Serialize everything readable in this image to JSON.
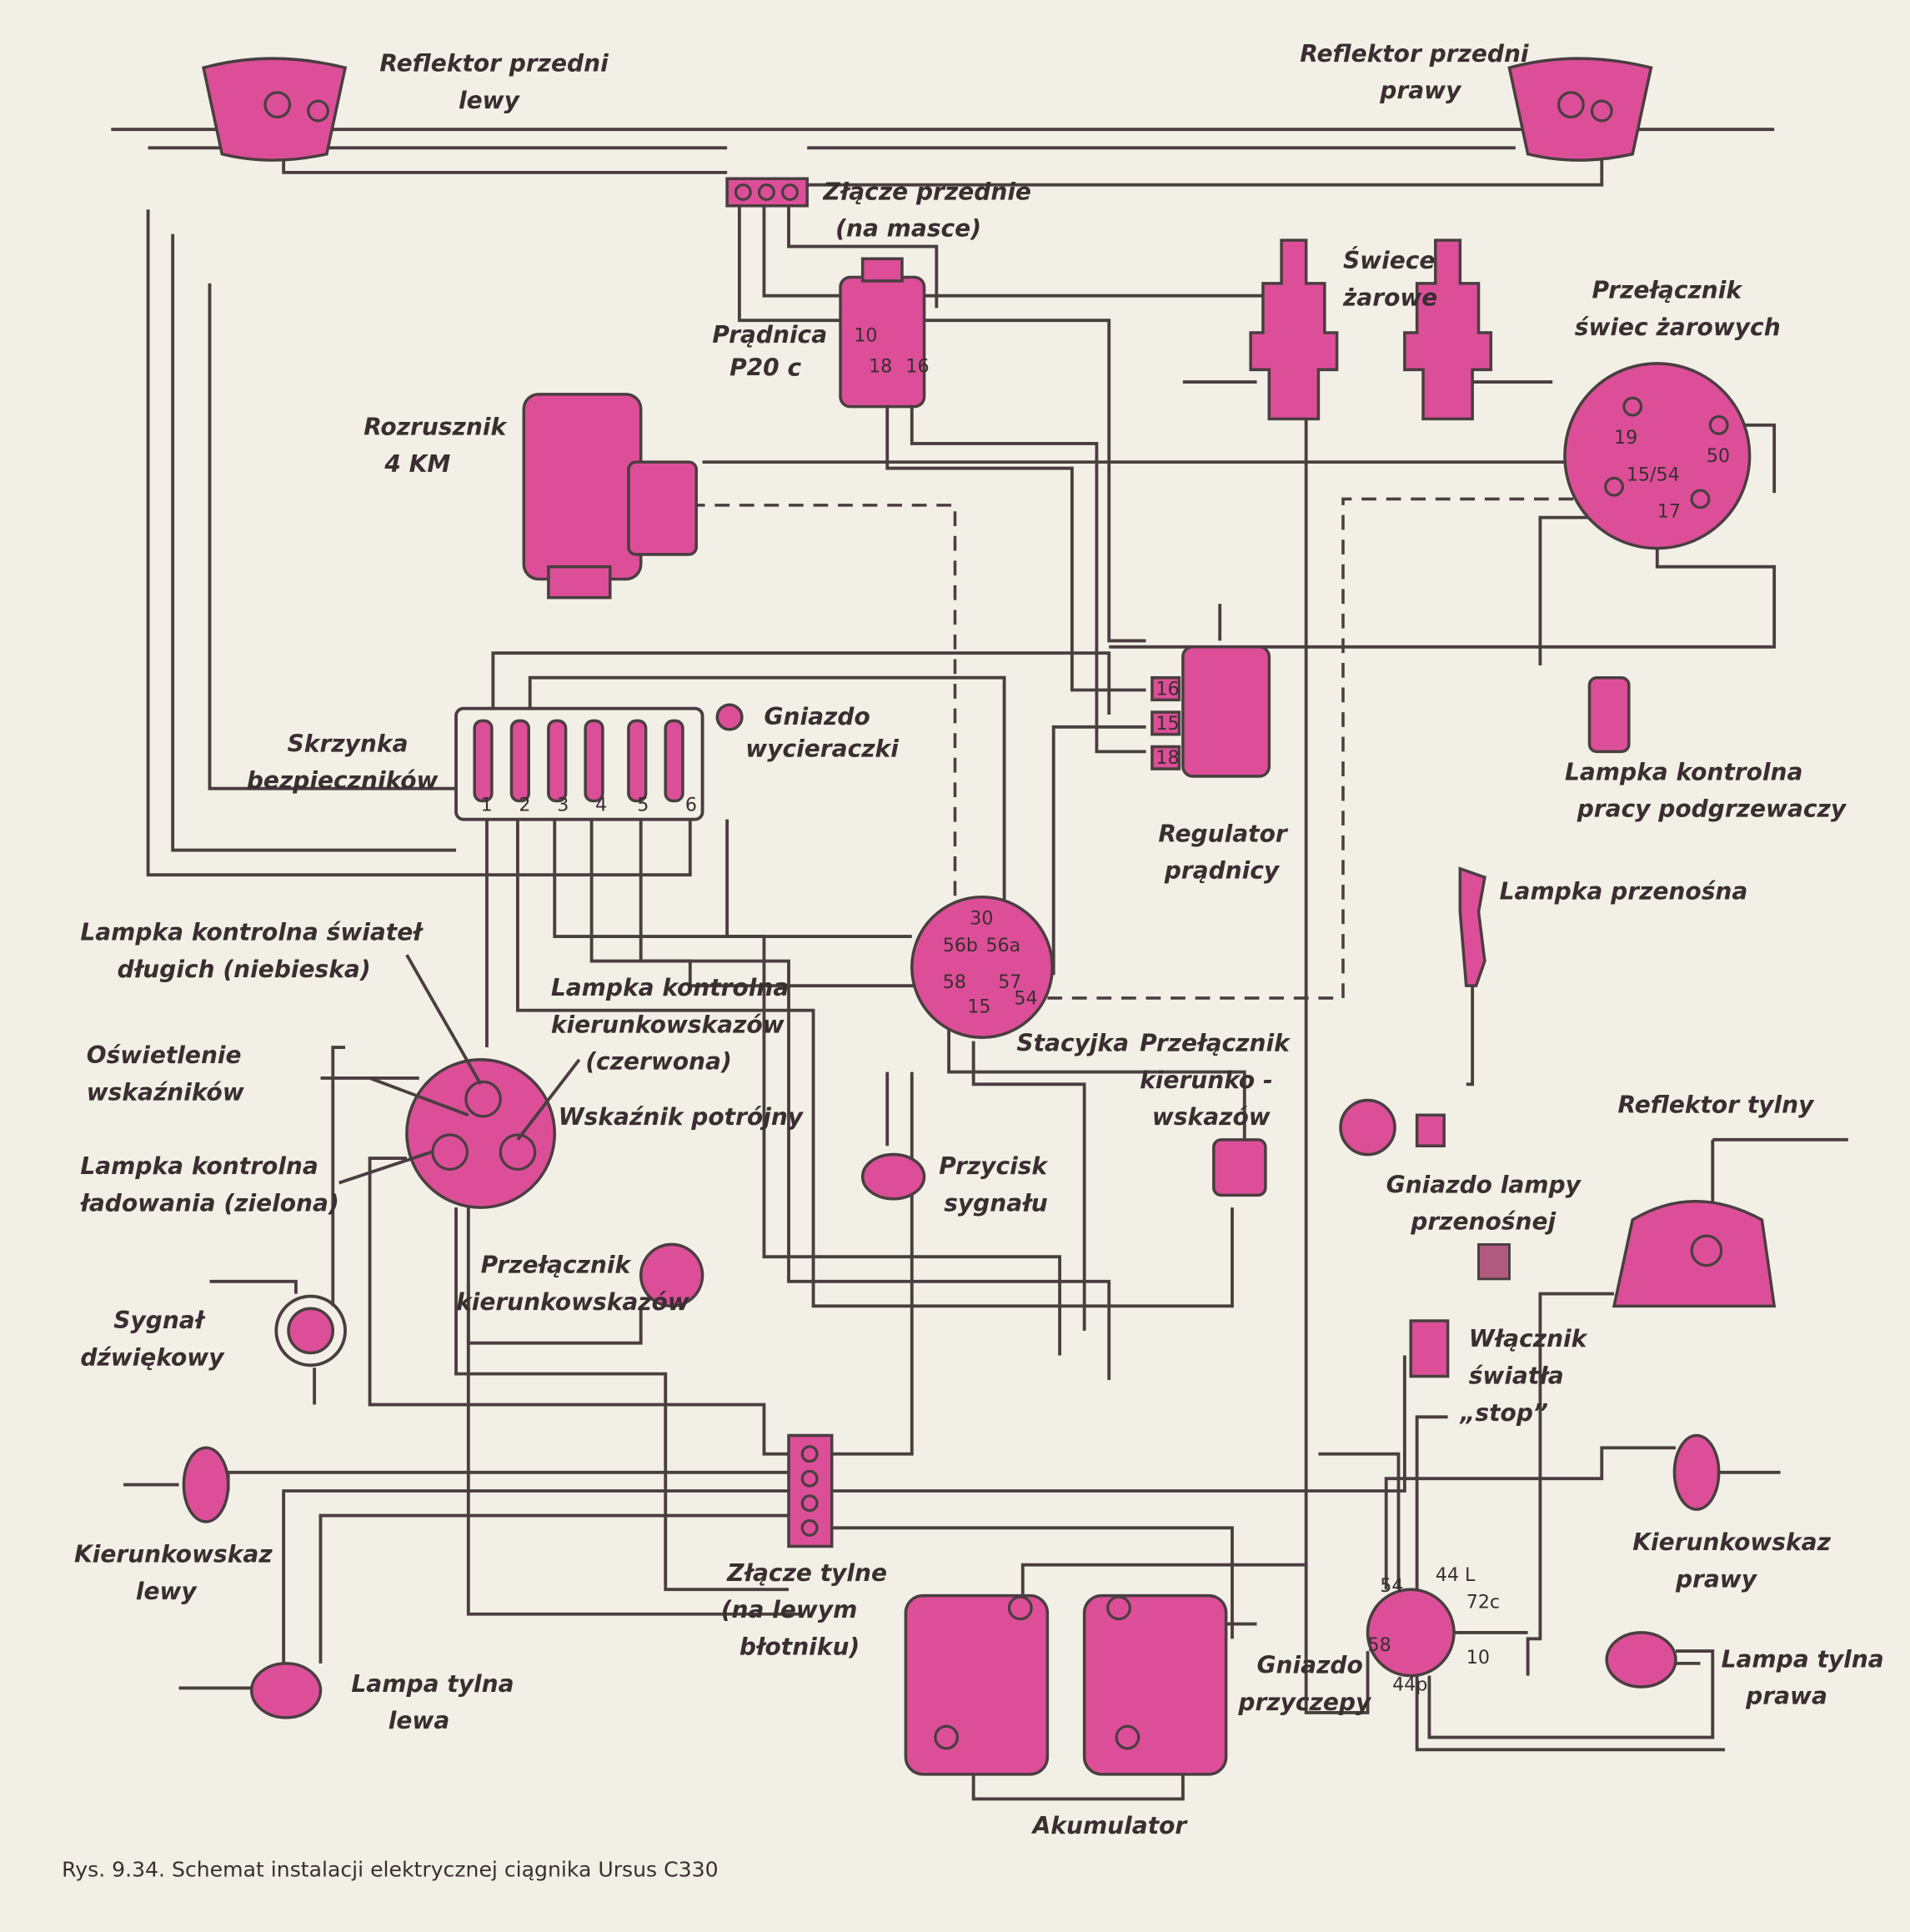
{
  "caption": "Rys. 9.34. Schemat instalacji elektrycznej ciągnika Ursus C330",
  "colors": {
    "component": "#dc4f98",
    "wire": "#4a3e40",
    "paper": "#f2efe6"
  },
  "components": {
    "headlight_left": [
      "Reflektor przedni",
      "lewy"
    ],
    "headlight_right": [
      "Reflektor przedni",
      "prawy"
    ],
    "front_connector": [
      "Złącze przednie",
      "(na masce)"
    ],
    "glow_plugs": [
      "Świece",
      "żarowe"
    ],
    "glow_switch": {
      "label": [
        "Przełącznik",
        "świec żarowych"
      ],
      "terminals": [
        "19",
        "50",
        "15/54",
        "17"
      ]
    },
    "generator": {
      "label": [
        "Prądnica",
        "P20 c"
      ],
      "terminals": [
        "10",
        "18",
        "16"
      ]
    },
    "starter": [
      "Rozrusznik",
      "4 KM"
    ],
    "fuse_box": {
      "label": [
        "Skrzynka",
        "bezpieczników"
      ],
      "fuses": [
        "1",
        "2",
        "3",
        "4",
        "5",
        "6"
      ]
    },
    "wiper_socket": [
      "Gniazdo",
      "wycieraczki"
    ],
    "regulator": {
      "label": [
        "Regulator",
        "prądnicy"
      ],
      "terminals": [
        "16",
        "15",
        "18"
      ]
    },
    "heater_lamp": [
      "Lampka kontrolna",
      "pracy podgrzewaczy"
    ],
    "portable_lamp": [
      "Lampka przenośna"
    ],
    "ignition": {
      "label": [
        "Stacyjka"
      ],
      "terminals": [
        "30",
        "56b",
        "56a",
        "58",
        "57",
        "15",
        "54"
      ]
    },
    "indicator_switch_box": [
      "Przełącznik",
      "kierunko -",
      "wskazów"
    ],
    "high_beam_lamp": [
      "Lampka kontrolna świateł",
      "długich (niebieska)"
    ],
    "indicator_lamp": [
      "Lampka kontrolna",
      "kierunkowskazów",
      "(czerwona)"
    ],
    "gauge_light": [
      "Oświetlenie",
      "wskaźników"
    ],
    "triple_gauge": [
      "Wskaźnik potrójny"
    ],
    "charge_lamp": [
      "Lampka kontrolna",
      "ładowania (zielona)"
    ],
    "horn_button": [
      "Przycisk",
      "sygnału"
    ],
    "rear_headlight": [
      "Reflektor tylny"
    ],
    "portable_socket": [
      "Gniazdo lampy",
      "przenośnej"
    ],
    "indicator_switch": [
      "Przełącznik",
      "kierunkowskazów"
    ],
    "horn": [
      "Sygnał",
      "dźwiękowy"
    ],
    "stop_switch": [
      "Włącznik",
      "światła",
      "„stop”"
    ],
    "turn_left": [
      "Kierunkowskaz",
      "lewy"
    ],
    "turn_right": [
      "Kierunkowskaz",
      "prawy"
    ],
    "rear_connector": [
      "Złącze tylne",
      "(na lewym",
      "błotniku)"
    ],
    "tail_left": [
      "Lampa tylna",
      "lewa"
    ],
    "tail_right": [
      "Lampa tylna",
      "prawa"
    ],
    "battery": [
      "Akumulator"
    ],
    "trailer_socket": {
      "label": [
        "Gniazdo",
        "przyczepy"
      ],
      "terminals": [
        "54",
        "44 L",
        "72c",
        "58",
        "10",
        "44p"
      ]
    }
  }
}
